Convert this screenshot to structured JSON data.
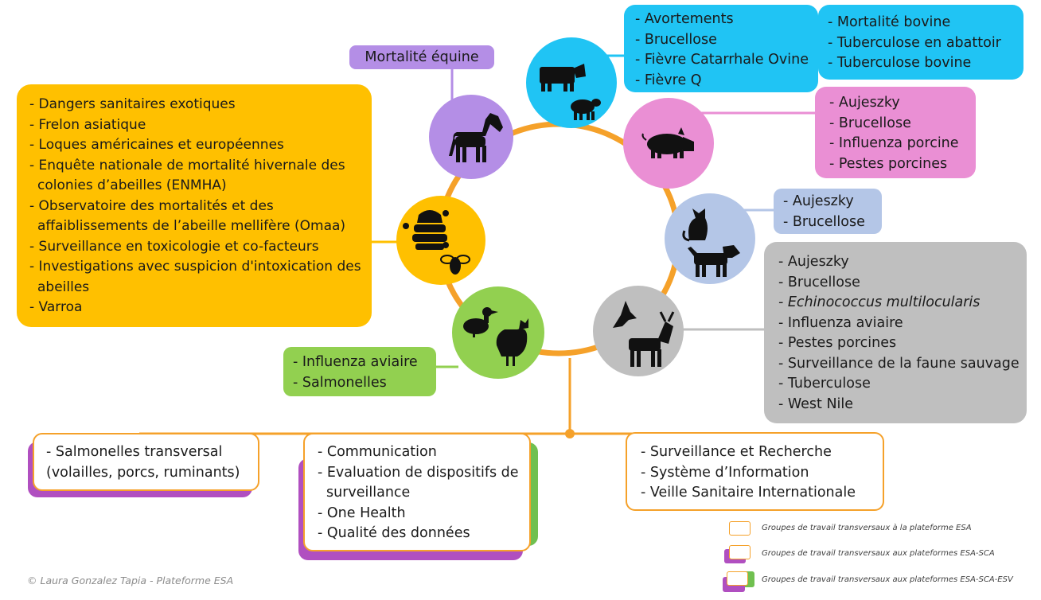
{
  "colors": {
    "ring": "#f5a12a",
    "equine": "#b48ee6",
    "bovine": "#20c4f4",
    "porcine": "#ea8fd4",
    "carnivore": "#b4c6e7",
    "wildlife": "#bfbfbf",
    "apiculture": "#ffc000",
    "avian": "#92d050",
    "transversal_border": "#f5a12a",
    "sca_shadow": "#b04fc0",
    "esv_shadow": "#70c050"
  },
  "icons": {
    "equine": "horse-icon",
    "bovine": [
      "cow-icon",
      "sheep-icon"
    ],
    "porcine": "pig-icon",
    "carnivore": [
      "cat-icon",
      "dog-icon"
    ],
    "wildlife": [
      "bird-icon",
      "antelope-icon"
    ],
    "apiculture": [
      "beehive-icon",
      "bee-icon"
    ],
    "avian": [
      "duck-icon",
      "rooster-icon"
    ]
  },
  "equine": {
    "title": "Mortalité équine"
  },
  "bovine": {
    "list1": [
      "- Avortements",
      "- Brucellose",
      "- Fièvre Catarrhale Ovine",
      "- Fièvre Q"
    ],
    "list2": [
      "- Mortalité bovine",
      "- Tuberculose en abattoir",
      "- Tuberculose bovine"
    ]
  },
  "porcine": {
    "items": [
      "- Aujeszky",
      "- Brucellose",
      "- Influenza porcine",
      "- Pestes porcines"
    ]
  },
  "carnivore": {
    "items": [
      "- Aujeszky",
      "- Brucellose"
    ]
  },
  "wildlife": {
    "items": [
      "- Aujeszky",
      "- Brucellose",
      "- Echinococcus multilocularis",
      "- Influenza aviaire",
      "- Pestes porcines",
      "- Surveillance de la faune sauvage",
      "- Tuberculose",
      "- West Nile"
    ]
  },
  "apiculture": {
    "items": [
      "- Dangers sanitaires exotiques",
      "- Frelon asiatique",
      "- Loques américaines et européennes",
      "- Enquête nationale de mortalité hivernale des",
      "colonies d’abeilles (ENMHA)",
      "- Observatoire des mortalités et des",
      "affaiblissements de l’abeille mellifère (Omaa)",
      "- Surveillance en toxicologie et co-facteurs",
      "- Investigations avec suspicion d'intoxication des",
      "abeilles",
      "- Varroa"
    ]
  },
  "avian": {
    "items": [
      "- Influenza aviaire",
      "- Salmonelles"
    ]
  },
  "transversal": {
    "sca": [
      "- Salmonelles transversal",
      "(volailles, porcs, ruminants)"
    ],
    "esv": [
      "- Communication",
      "- Evaluation de dispositifs de",
      "surveillance",
      "- One Health",
      "- Qualité des données"
    ],
    "esa": [
      "- Surveillance et Recherche",
      "- Système d’Information",
      "- Veille Sanitaire Internationale"
    ]
  },
  "legend": {
    "esa": "Groupes de travail transversaux à la plateforme ESA",
    "sca": "Groupes de travail transversaux aux plateformes ESA-SCA",
    "esv": "Groupes de travail transversaux aux plateformes ESA-SCA-ESV"
  },
  "credit": "© Laura Gonzalez Tapia - Plateforme ESA"
}
